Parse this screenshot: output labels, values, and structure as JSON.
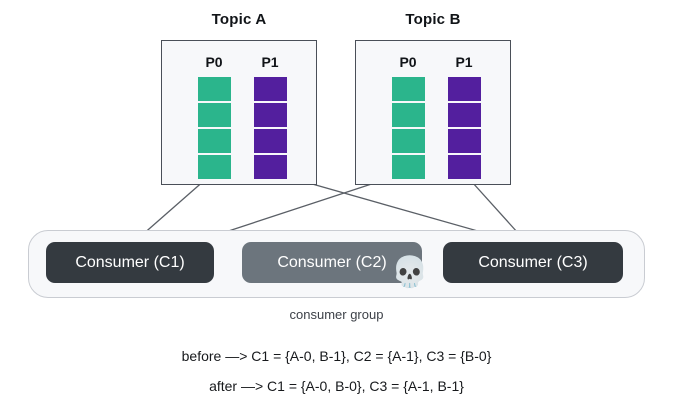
{
  "diagram": {
    "title_implied": "Kafka consumer group rebalance",
    "colors": {
      "partition_green": "#2bb58c",
      "partition_purple": "#531f9e",
      "consumer_active": "#343a40",
      "consumer_dead": "#6c757d",
      "box_fill": "#f7f8fa",
      "box_border": "#4a4f58",
      "group_border": "#c9ccd2",
      "arrow": "#5a5f66",
      "text": "#17191c"
    }
  },
  "topics": [
    {
      "title": "Topic A",
      "partitions": [
        {
          "label": "P0",
          "color_key": "partition_green",
          "segments": 4
        },
        {
          "label": "P1",
          "color_key": "partition_purple",
          "segments": 4
        }
      ]
    },
    {
      "title": "Topic B",
      "partitions": [
        {
          "label": "P0",
          "color_key": "partition_green",
          "segments": 4
        },
        {
          "label": "P1",
          "color_key": "partition_purple",
          "segments": 4
        }
      ]
    }
  ],
  "consumer_group": {
    "label": "consumer group",
    "consumers": [
      {
        "label": "Consumer (C1)",
        "state": "active"
      },
      {
        "label": "Consumer (C2)",
        "state": "dead"
      },
      {
        "label": "Consumer (C3)",
        "state": "active"
      }
    ],
    "dead_marker": {
      "icon": "skull-icon",
      "glyph": "💀",
      "attached_to": "Consumer (C2)"
    }
  },
  "assignments": {
    "before": "before —> C1 = {A-0, B-1}, C2 = {A-1}, C3 = {B-0}",
    "after": "after —> C1 = {A-0, B-0},  C3 = {A-1, B-1}"
  },
  "arrows": [
    {
      "from": "Topic A / P0",
      "to": "Consumer (C1)"
    },
    {
      "from": "Topic A / P1",
      "to": "Consumer (C3)"
    },
    {
      "from": "Topic B / P0",
      "to": "Consumer (C1)"
    },
    {
      "from": "Topic B / P1",
      "to": "Consumer (C3)"
    }
  ]
}
